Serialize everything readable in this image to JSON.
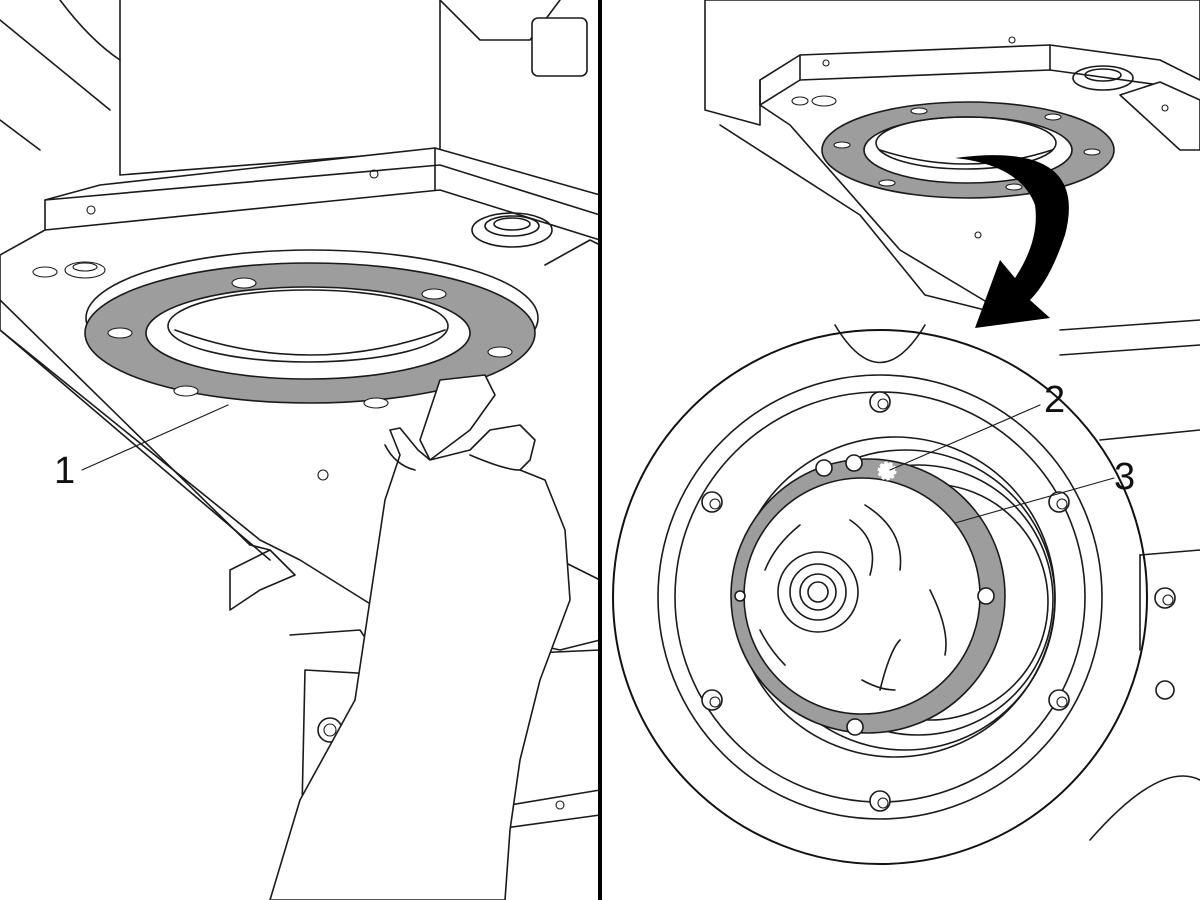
{
  "callouts": [
    {
      "id": "1",
      "label": "1"
    },
    {
      "id": "2",
      "label": "2"
    },
    {
      "id": "3",
      "label": "3"
    }
  ],
  "colors": {
    "gasket": "#9d9d9d",
    "line": "#1a1a1a",
    "arrow": "#000000",
    "background": "#ffffff"
  }
}
